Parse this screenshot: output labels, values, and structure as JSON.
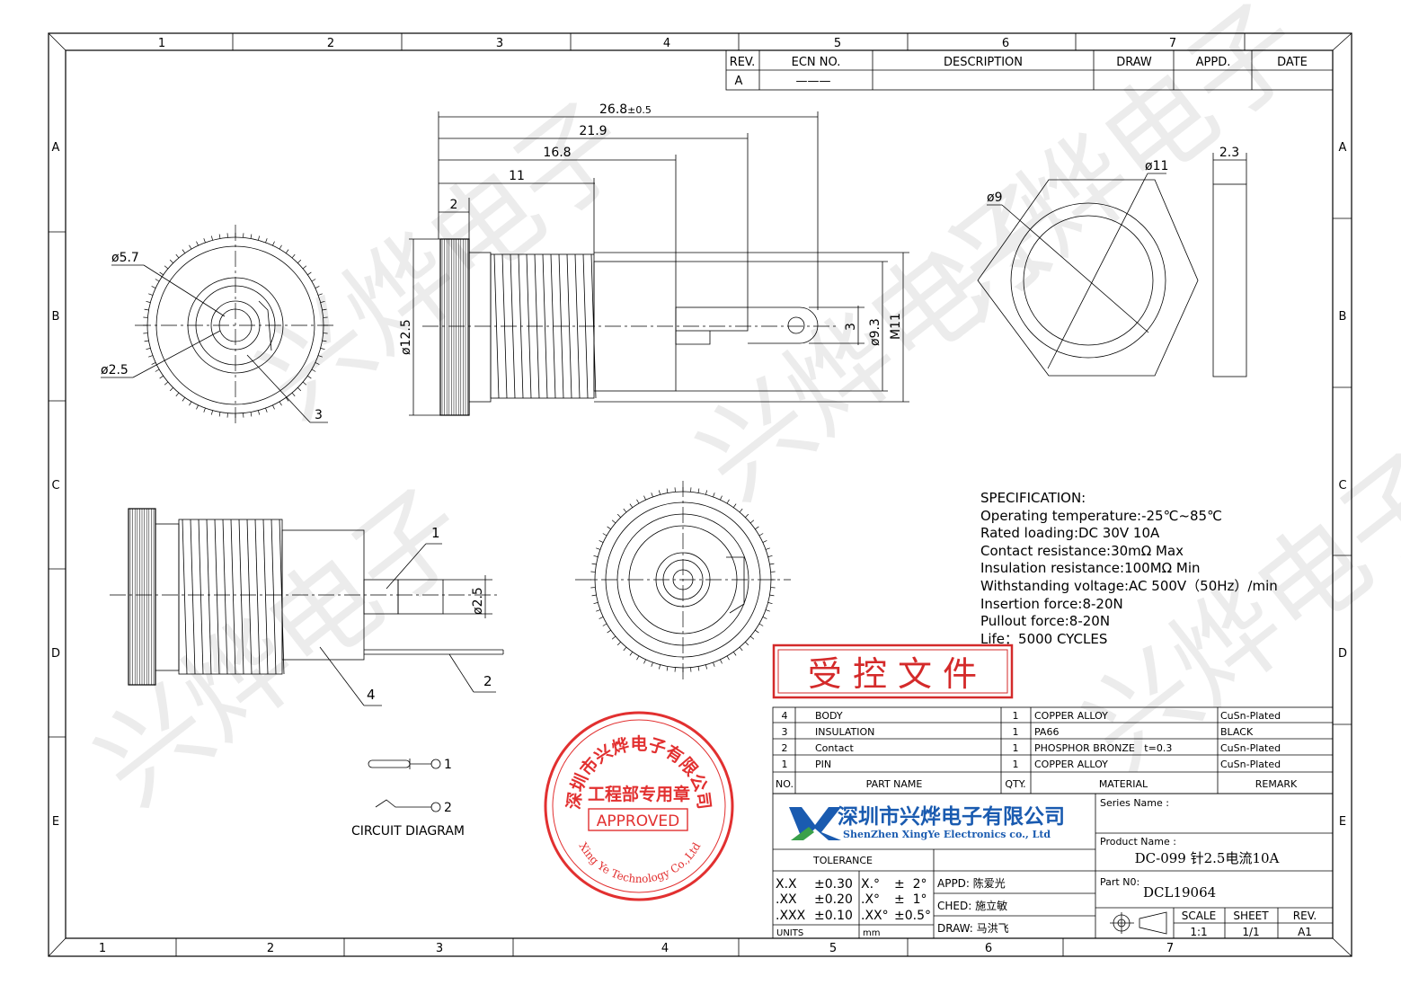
{
  "border": {
    "top_cols": [
      "1",
      "2",
      "3",
      "4",
      "5",
      "6",
      "7"
    ],
    "bottom_cols": [
      "1",
      "2",
      "3",
      "4",
      "5",
      "6",
      "7"
    ],
    "rows": [
      "A",
      "B",
      "C",
      "D",
      "E"
    ]
  },
  "revision_table": {
    "headers": [
      "REV.",
      "ECN NO.",
      "DESCRIPTION",
      "DRAW",
      "APPD.",
      "DATE"
    ],
    "row": [
      "A",
      "———",
      "",
      "",
      "",
      ""
    ]
  },
  "watermark": {
    "text": "兴烨电子"
  },
  "side_view": {
    "dims": {
      "d268_main": "26.8",
      "d268_tol": "±0.5",
      "d219": "21.9",
      "d168": "16.8",
      "d11": "11",
      "d2": "2",
      "d125": "ø12.5",
      "d3": "3",
      "d93": "ø9.3",
      "m11": "M11"
    }
  },
  "front_view": {
    "dims": {
      "d57": "ø5.7",
      "d25": "ø2.5",
      "callout3": "3"
    }
  },
  "nut_view": {
    "dims": {
      "d9": "ø9",
      "d11": "ø11",
      "t23": "2.3"
    }
  },
  "bottom_side": {
    "dims": {
      "callout1": "1",
      "callout2": "2",
      "callout4": "4",
      "d25": "ø2.5"
    }
  },
  "circuit": {
    "pin1": "1",
    "pin2": "2",
    "label": "CIRCUIT DIAGRAM"
  },
  "specification": {
    "lines": [
      "SPECIFICATION:",
      "Operating temperature:-25℃~85℃",
      "Rated loading:DC 30V 10A",
      "Contact resistance:30mΩ Max",
      "Insulation resistance:100MΩ Min",
      "Withstanding voltage:AC 500V（50Hz）/min",
      "Insertion force:8-20N",
      "Pullout force:8-20N",
      "Life：5000 CYCLES"
    ]
  },
  "controlled_stamp": {
    "text": "受 控 文 件",
    "color": "#d42a2a"
  },
  "approved_seal": {
    "arc_top": "深圳市兴烨电子有限公司",
    "middle": "工程部专用章",
    "approved": "APPROVED",
    "arc_bottom": "Xing Ye Technology Co.,Ltd",
    "color": "#e23030"
  },
  "bom": {
    "headers": [
      "NO.",
      "PART NAME",
      "QTY.",
      "MATERIAL",
      "REMARK"
    ],
    "rows": [
      [
        "4",
        "BODY",
        "1",
        "COPPER ALLOY",
        "CuSn-Plated"
      ],
      [
        "3",
        "INSULATION",
        "1",
        "PA66",
        "BLACK"
      ],
      [
        "2",
        "Contact",
        "1",
        "PHOSPHOR BRONZE   t=0.3",
        "CuSn-Plated"
      ],
      [
        "1",
        "PIN",
        "1",
        "COPPER ALLOY",
        "CuSn-Plated"
      ]
    ]
  },
  "company": {
    "name_cn": "深圳市兴烨电子有限公司",
    "name_en": "ShenZhen XingYe Electronics co., Ltd",
    "logo_blue": "#1a5bb0",
    "logo_green": "#3aa04a"
  },
  "title_block": {
    "series_label": "Series Name :",
    "product_label": "Product Name :",
    "product_value": "DC-099 针2.5电流10A",
    "partno_label": "Part N0:",
    "partno_value": "DCL19064",
    "tolerance_label": "TOLERANCE",
    "tol_rows": [
      [
        "X.X",
        "±0.30",
        "X.°",
        "±  2°"
      ],
      [
        ".XX",
        "±0.20",
        ".X°",
        "±  1°"
      ],
      [
        ".XXX",
        "±0.10",
        ".XX°",
        "±0.5°"
      ]
    ],
    "units_label": "UNITS",
    "units_value": "mm",
    "appd": "APPD: 陈爱光",
    "ched": "CHED: 施立敏",
    "draw": "DRAW: 马洪飞",
    "scale_label": "SCALE",
    "scale_value": "1:1",
    "sheet_label": "SHEET",
    "sheet_value": "1/1",
    "rev_label": "REV.",
    "rev_value": "A1"
  }
}
